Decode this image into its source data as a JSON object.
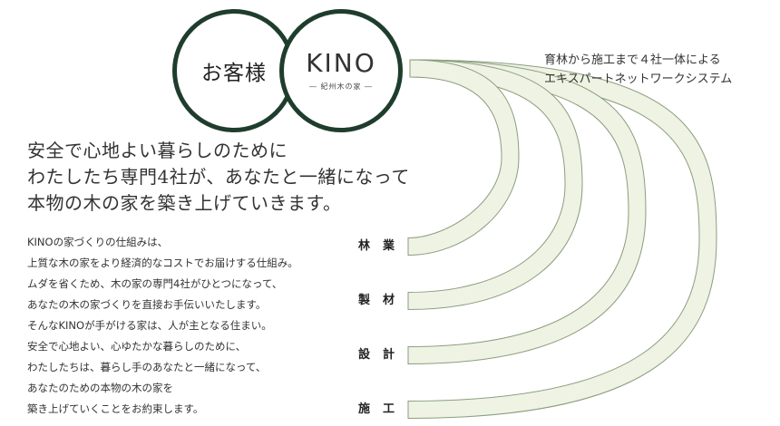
{
  "circles": {
    "customer": "お客様",
    "kino": {
      "name": "KINO",
      "sub": "― 紀州木の家 ―"
    }
  },
  "headline": [
    "安全で心地よい暮らしのために",
    "わたしたち専門4社が、あなたと一緒になって",
    "本物の木の家を築き上げていきます。"
  ],
  "body": [
    "KINOの家づくりの仕組みは、",
    "上質な木の家をより経済的なコストでお届けする仕組み。",
    "ムダを省くため、木の家の専門4社がひとつになって、",
    "あなたの木の家づくりを直接お手伝いいたします。",
    "そんなKINOが手がける家は、人が主となる住まい。",
    "安全で心地よい、心ゆたかな暮らしのために、",
    "わたしたちは、暮らし手のあなたと一緒になって、",
    "あなたのための本物の木の家を",
    "築き上げていくことをお約束します。"
  ],
  "network_note": [
    "育林から施工まで４社一体による",
    "エキスパートネットワークシステム"
  ],
  "categories": [
    "林業",
    "製材",
    "設計",
    "施工"
  ],
  "colors": {
    "arc_fill": "#eef3e3",
    "arc_stroke": "#8a9e7e",
    "circle_border": "#1f3d2c"
  }
}
